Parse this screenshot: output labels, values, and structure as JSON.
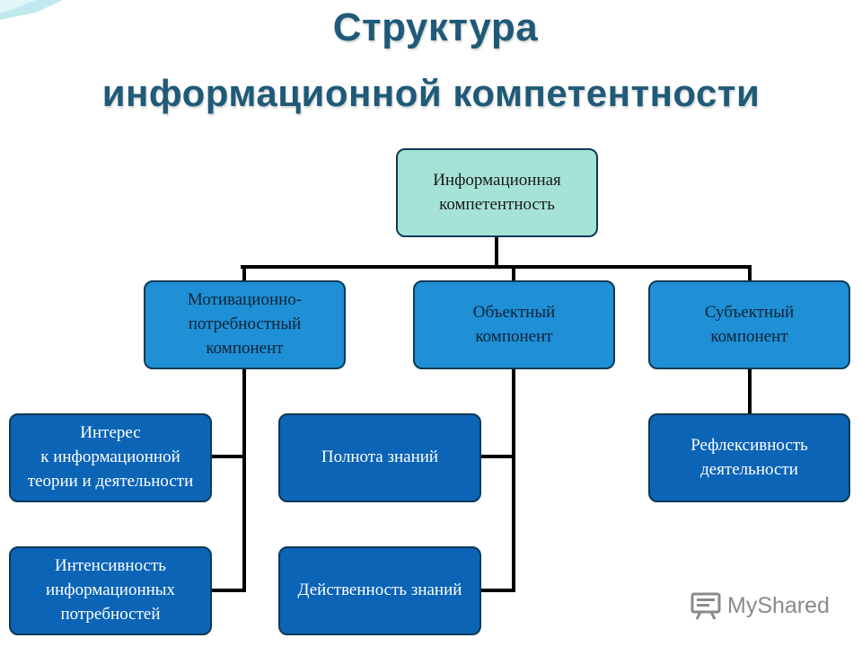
{
  "title": {
    "line1": "Структура",
    "line2": "информационной компетентности"
  },
  "diagram": {
    "root": "Информационная\nкомпетентность",
    "components": [
      "Мотивационно-\nпотребностный\nкомпонент",
      "Объектный\nкомпонент",
      "Субъектный\nкомпонент"
    ],
    "leaves": [
      "Интерес\nк информационной\nтеории и деятельности",
      "Интенсивность\nинформационных\nпотребностей",
      "Полнота знаний",
      "Действенность знаний",
      "Рефлексивность\nдеятельности"
    ]
  },
  "watermark": {
    "text": "MyShared",
    "icon": "presentation-board-icon"
  },
  "colors": {
    "title": "#1f5a78",
    "root_fill": "#a6e3d7",
    "component_fill": "#1f8fd6",
    "leaf_fill": "#0b64b6",
    "border": "#0d3a56",
    "connector": "#000000"
  }
}
